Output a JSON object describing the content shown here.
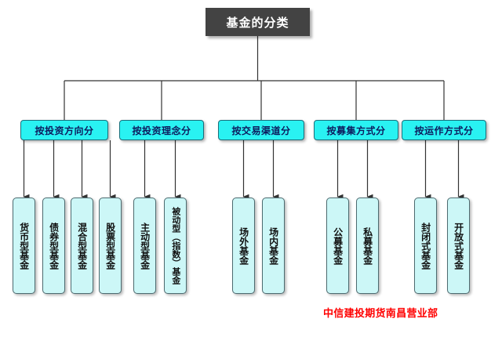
{
  "diagram": {
    "type": "tree",
    "root": {
      "label": "基金的分类"
    },
    "colors": {
      "root_fill": "#434343",
      "root_text": "#ffffff",
      "category_fill": "#29F2F2",
      "category_text": "#0d1b5e",
      "category_border": "#1b6e7a",
      "leaf_fill": "#CCF7F7",
      "leaf_text": "#111111",
      "leaf_border": "#4d6b70",
      "connector": "#333333",
      "watermark_text": "#FF0000",
      "background": "#ffffff"
    },
    "categories": [
      {
        "label": "按投资方向分",
        "children": [
          {
            "label": "货币型基金"
          },
          {
            "label": "债券型基金"
          },
          {
            "label": "混合型基金"
          },
          {
            "label": "股票型基金"
          }
        ]
      },
      {
        "label": "按投资理念分",
        "children": [
          {
            "label": "主动型基金"
          },
          {
            "label": "被动型（指数）基金"
          }
        ]
      },
      {
        "label": "按交易渠道分",
        "children": [
          {
            "label": "场外基金"
          },
          {
            "label": "场内基金"
          }
        ]
      },
      {
        "label": "按募集方式分",
        "children": [
          {
            "label": "公募基金"
          },
          {
            "label": "私募基金"
          }
        ]
      },
      {
        "label": "按运作方式分",
        "children": [
          {
            "label": "封闭式基金"
          },
          {
            "label": "开放式基金"
          }
        ]
      }
    ]
  },
  "footer": {
    "watermark": "中信建投期货南昌营业部"
  }
}
